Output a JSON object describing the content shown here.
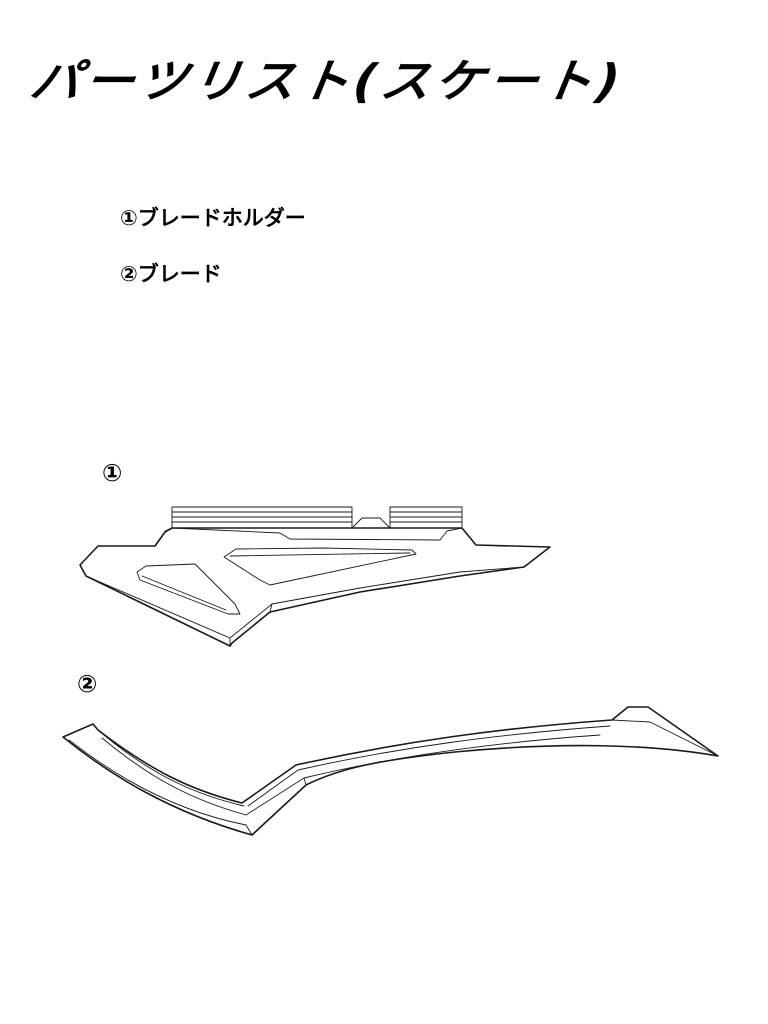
{
  "document": {
    "title": "パーツリスト(スケート)"
  },
  "parts": [
    {
      "label": "①ブレードホルダー"
    },
    {
      "label": "②ブレード"
    }
  ],
  "figures": [
    {
      "marker": "①",
      "icon": "blade-holder-line-drawing"
    },
    {
      "marker": "②",
      "icon": "blade-line-drawing"
    }
  ]
}
